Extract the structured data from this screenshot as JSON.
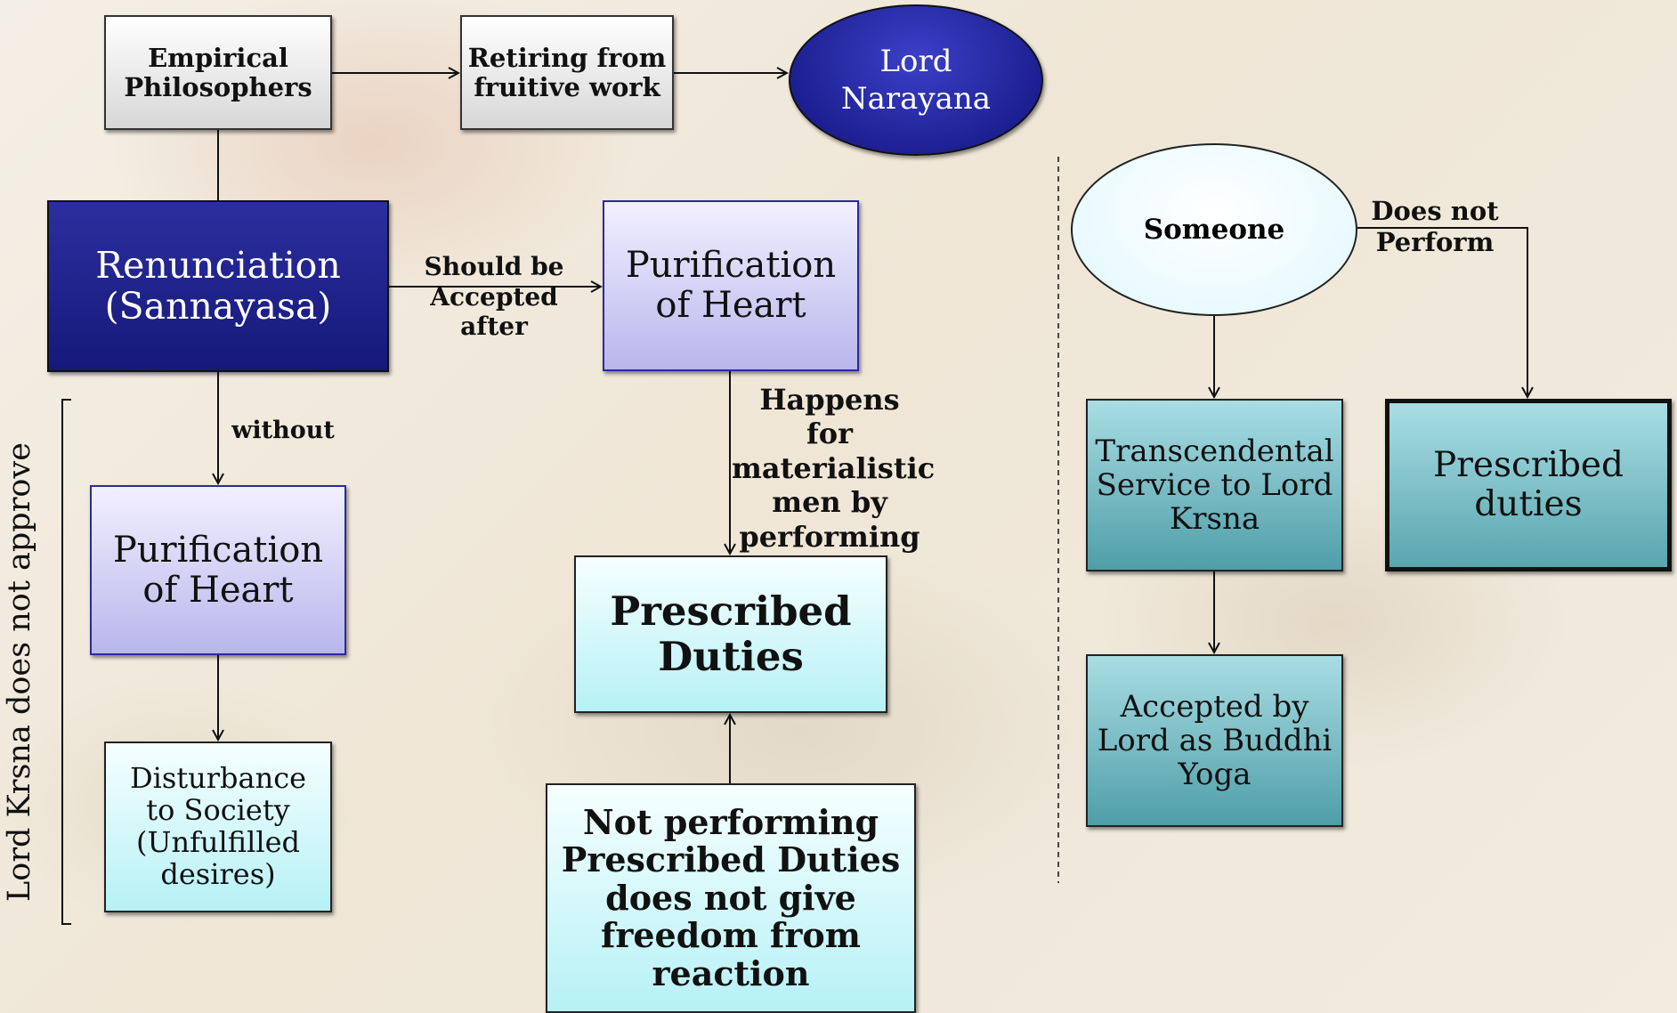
{
  "nodes": {
    "empirical": "Empirical\nPhilosophers",
    "retiring": "Retiring from\nfruitive work",
    "narayana": "Lord\nNarayana",
    "renunciation": "Renunciation\n(Sannayasa)",
    "purification_top": "Purification\nof Heart",
    "purification_left": "Purification\nof Heart",
    "disturbance": "Disturbance\nto Society\n(Unfulfilled\ndesires)",
    "prescribed_duties": "Prescribed\nDuties",
    "not_performing": "Not performing\nPrescribed Duties\ndoes not give\nfreedom from\nreaction",
    "someone": "Someone",
    "transcendental": "Transcendental\nService to Lord\nKrsna",
    "prescribed_duties_right": "Prescribed\nduties",
    "accepted": "Accepted by\nLord as Buddhi\nYoga"
  },
  "edge_labels": {
    "should_be": "Should be\nAccepted after",
    "without": "without",
    "happens_for": "Happens for\nmaterialistic\nmen by\nperforming",
    "does_not_perform": "Does not\nPerform"
  },
  "side_label": "Lord Krsna does not approve"
}
